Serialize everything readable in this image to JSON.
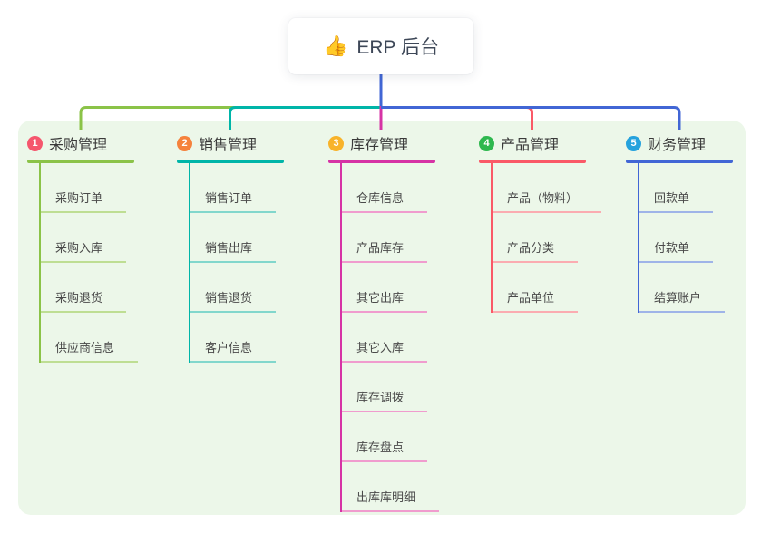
{
  "root": {
    "icon": "👍",
    "label": "ERP 后台"
  },
  "colors": {
    "panel_bg": "#ecf7e9",
    "connector": "#4166d5",
    "root_text": "#3d4757"
  },
  "branches": [
    {
      "num": "1",
      "label": "采购管理",
      "badge_color": "#f5566d",
      "line_color": "#8bc348",
      "light_color": "#bede93",
      "children": [
        "采购订单",
        "采购入库",
        "采购退货",
        "供应商信息"
      ]
    },
    {
      "num": "2",
      "label": "销售管理",
      "badge_color": "#f5823c",
      "line_color": "#00b5a8",
      "light_color": "#82d7cc",
      "children": [
        "销售订单",
        "销售出库",
        "销售退货",
        "客户信息"
      ]
    },
    {
      "num": "3",
      "label": "库存管理",
      "badge_color": "#f8b32a",
      "line_color": "#d633a5",
      "light_color": "#f09cce",
      "children": [
        "仓库信息",
        "产品库存",
        "其它出库",
        "其它入库",
        "库存调拨",
        "库存盘点",
        "出库库明细"
      ]
    },
    {
      "num": "4",
      "label": "产品管理",
      "badge_color": "#2eb84e",
      "line_color": "#fa5967",
      "light_color": "#fbacb1",
      "children": [
        "产品（物料）",
        "产品分类",
        "产品单位"
      ]
    },
    {
      "num": "5",
      "label": "财务管理",
      "badge_color": "#25a2dd",
      "line_color": "#4166d5",
      "light_color": "#9fb4e8",
      "children": [
        "回款单",
        "付款单",
        "结算账户"
      ]
    }
  ]
}
